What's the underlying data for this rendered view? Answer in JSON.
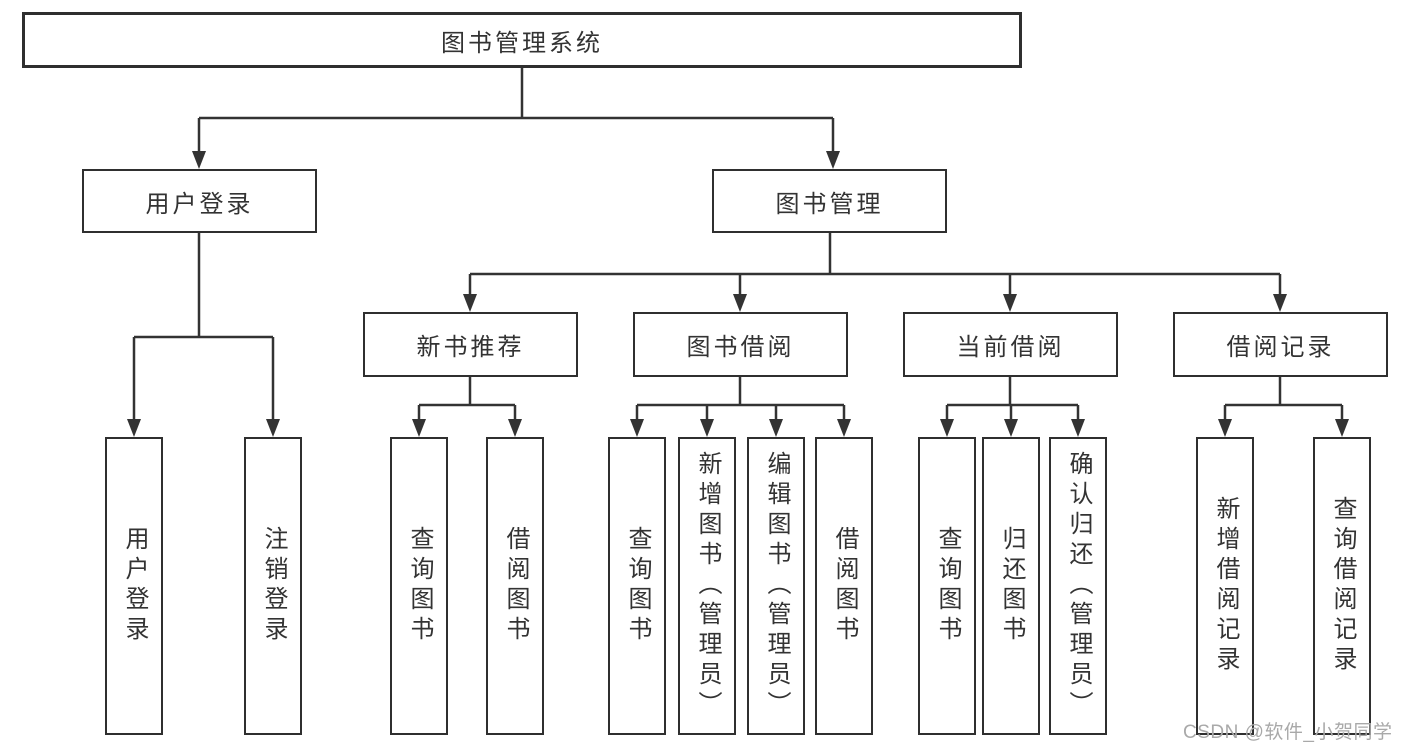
{
  "tree": {
    "label": "图书管理系统",
    "children": [
      {
        "label": "用户登录",
        "children": [
          {
            "label": "用户登录"
          },
          {
            "label": "注销登录"
          }
        ]
      },
      {
        "label": "图书管理",
        "children": [
          {
            "label": "新书推荐",
            "children": [
              {
                "label": "查询图书"
              },
              {
                "label": "借阅图书"
              }
            ]
          },
          {
            "label": "图书借阅",
            "children": [
              {
                "label": "查询图书"
              },
              {
                "label": "新增图书（管理员）"
              },
              {
                "label": "编辑图书（管理员）"
              },
              {
                "label": "借阅图书"
              }
            ]
          },
          {
            "label": "当前借阅",
            "children": [
              {
                "label": "查询图书"
              },
              {
                "label": "归还图书"
              },
              {
                "label": "确认归还（管理员）"
              }
            ]
          },
          {
            "label": "借阅记录",
            "children": [
              {
                "label": "新增借阅记录"
              },
              {
                "label": "查询借阅记录"
              }
            ]
          }
        ]
      }
    ]
  },
  "watermark": {
    "text": "CSDN @软件_小贺同学"
  },
  "colors": {
    "line": "#333333",
    "text": "#333333",
    "background": "#ffffff",
    "watermark": "#a9a9a9"
  }
}
